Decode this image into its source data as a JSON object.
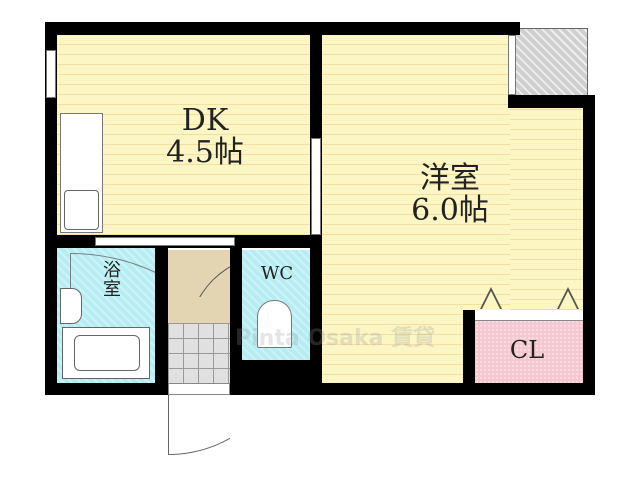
{
  "rooms": {
    "dk": {
      "name": "DK",
      "size": "4.5帖"
    },
    "western": {
      "name": "洋室",
      "size": "6.0帖"
    },
    "bath": {
      "name_top": "浴",
      "name_bottom": "室"
    },
    "wc": {
      "name": "WC"
    },
    "closet": {
      "name": "CL"
    }
  },
  "watermark": "Pinta Osaka 賃貸",
  "colors": {
    "floor": "#fbf6c4",
    "wet_area": "#b6edf2",
    "closet": "#f6c6cf",
    "hall": "#e3d4b2",
    "balcony": "#cfcfcf",
    "wall": "#000000"
  }
}
